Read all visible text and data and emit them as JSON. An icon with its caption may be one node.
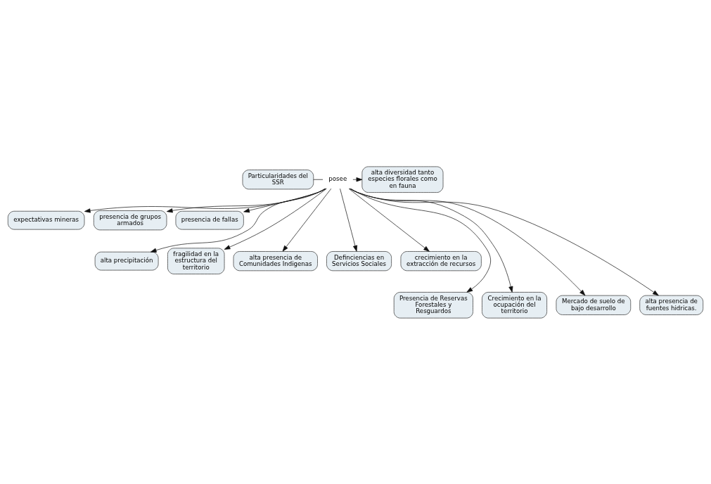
{
  "diagram": {
    "nodes": [
      {
        "text": [
          "Particularidades del SSR"
        ]
      },
      {
        "text": [
          "posee"
        ]
      },
      {
        "text": [
          "alta diversidad tanto especies florales como en fauna"
        ]
      },
      {
        "text": [
          "expectativas mineras"
        ]
      },
      {
        "text": [
          "presencia de grupos armados"
        ]
      },
      {
        "text": [
          "presencia de fallas"
        ]
      },
      {
        "text": [
          "alta precipitación"
        ]
      },
      {
        "text": [
          "fragilidad en la estructura del territorio"
        ]
      },
      {
        "text": [
          "alta presencia de Comunidades Indigenas"
        ]
      },
      {
        "text": [
          "Definciencias en Servicios Sociales"
        ]
      },
      {
        "text": [
          "crecimiento en la extracción de recursos"
        ]
      },
      {
        "text": [
          "Presencia de Reservas Forestales y Resguardos"
        ]
      },
      {
        "text": [
          "Crecimiento en la ocupación del territorio"
        ]
      },
      {
        "text": [
          "Mercado de suelo de bajo desarrollo"
        ]
      },
      {
        "text": [
          "alta presencia de fuentes hidricas."
        ]
      }
    ],
    "edges": [
      {
        "from": 0,
        "to": 1,
        "arrow": "none"
      },
      {
        "from": 1,
        "to": 2,
        "arrow": "to"
      },
      {
        "from": 1,
        "to": 3,
        "arrow": "to"
      },
      {
        "from": 1,
        "to": 4,
        "arrow": "to"
      },
      {
        "from": 1,
        "to": 5,
        "arrow": "to"
      },
      {
        "from": 1,
        "to": 6,
        "arrow": "to"
      },
      {
        "from": 1,
        "to": 7,
        "arrow": "to"
      },
      {
        "from": 1,
        "to": 8,
        "arrow": "to"
      },
      {
        "from": 1,
        "to": 9,
        "arrow": "to"
      },
      {
        "from": 1,
        "to": 10,
        "arrow": "to"
      },
      {
        "from": 1,
        "to": 11,
        "arrow": "to"
      },
      {
        "from": 1,
        "to": 12,
        "arrow": "to"
      },
      {
        "from": 1,
        "to": 13,
        "arrow": "to"
      },
      {
        "from": 1,
        "to": 14,
        "arrow": "to"
      }
    ]
  }
}
